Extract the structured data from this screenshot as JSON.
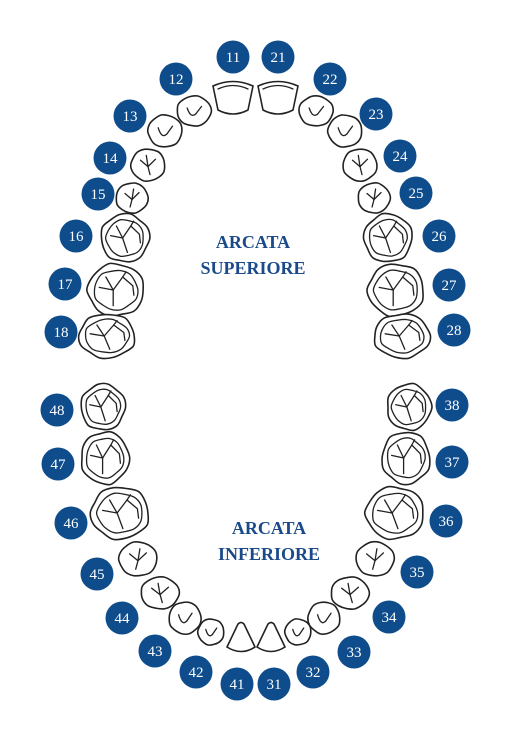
{
  "colors": {
    "badge": "#0e4c8c",
    "badge_text": "#ffffff",
    "label": "#1a4a8a",
    "outline": "#222222"
  },
  "labels": {
    "upper_line1": "ARCATA",
    "upper_line2": "SUPERIORE",
    "lower_line1": "ARCATA",
    "lower_line2": "INFERIORE"
  },
  "teeth": [
    {
      "number": "11",
      "type": "central-incisor"
    },
    {
      "number": "12",
      "type": "lateral-incisor"
    },
    {
      "number": "13",
      "type": "canine"
    },
    {
      "number": "14",
      "type": "premolar"
    },
    {
      "number": "15",
      "type": "premolar"
    },
    {
      "number": "16",
      "type": "molar"
    },
    {
      "number": "17",
      "type": "molar"
    },
    {
      "number": "18",
      "type": "molar"
    },
    {
      "number": "21",
      "type": "central-incisor"
    },
    {
      "number": "22",
      "type": "lateral-incisor"
    },
    {
      "number": "23",
      "type": "canine"
    },
    {
      "number": "24",
      "type": "premolar"
    },
    {
      "number": "25",
      "type": "premolar"
    },
    {
      "number": "26",
      "type": "molar"
    },
    {
      "number": "27",
      "type": "molar"
    },
    {
      "number": "28",
      "type": "molar"
    },
    {
      "number": "31",
      "type": "central-incisor"
    },
    {
      "number": "32",
      "type": "lateral-incisor"
    },
    {
      "number": "33",
      "type": "canine"
    },
    {
      "number": "34",
      "type": "premolar"
    },
    {
      "number": "35",
      "type": "premolar"
    },
    {
      "number": "36",
      "type": "molar"
    },
    {
      "number": "37",
      "type": "molar"
    },
    {
      "number": "38",
      "type": "molar"
    },
    {
      "number": "41",
      "type": "central-incisor"
    },
    {
      "number": "42",
      "type": "lateral-incisor"
    },
    {
      "number": "43",
      "type": "canine"
    },
    {
      "number": "44",
      "type": "premolar"
    },
    {
      "number": "45",
      "type": "premolar"
    },
    {
      "number": "46",
      "type": "molar"
    },
    {
      "number": "47",
      "type": "molar"
    },
    {
      "number": "48",
      "type": "molar"
    }
  ]
}
